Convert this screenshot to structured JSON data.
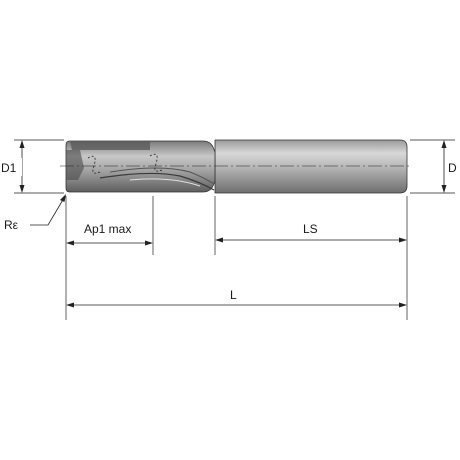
{
  "labels": {
    "d1": "D1",
    "d": "D",
    "r_epsilon": "Rε",
    "ap1_max": "Ap1 max",
    "ls": "LS",
    "l": "L"
  }
}
